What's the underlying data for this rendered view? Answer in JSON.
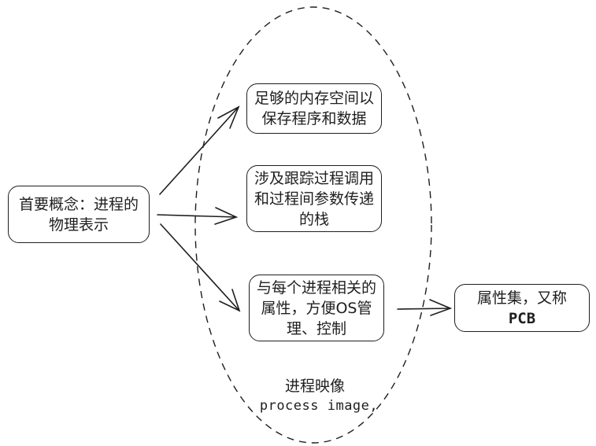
{
  "diagram": {
    "root": {
      "lines": [
        "首要概念：进程的",
        "物理表示"
      ]
    },
    "components": [
      {
        "lines": [
          "足够的内存空间以",
          "保存程序和数据"
        ]
      },
      {
        "lines": [
          "涉及跟踪过程调用",
          "和过程间参数传递",
          "的栈"
        ]
      },
      {
        "lines": [
          "与每个进程相关的",
          "属性，方便OS管",
          "理、控制"
        ]
      }
    ],
    "pcb": {
      "lines": [
        "属性集，又称",
        "PCB"
      ]
    },
    "group_caption": {
      "cn": "进程映像",
      "en": "process image,"
    },
    "colors": {
      "stroke": "#1e1e1e",
      "background": "#ffffff"
    }
  }
}
